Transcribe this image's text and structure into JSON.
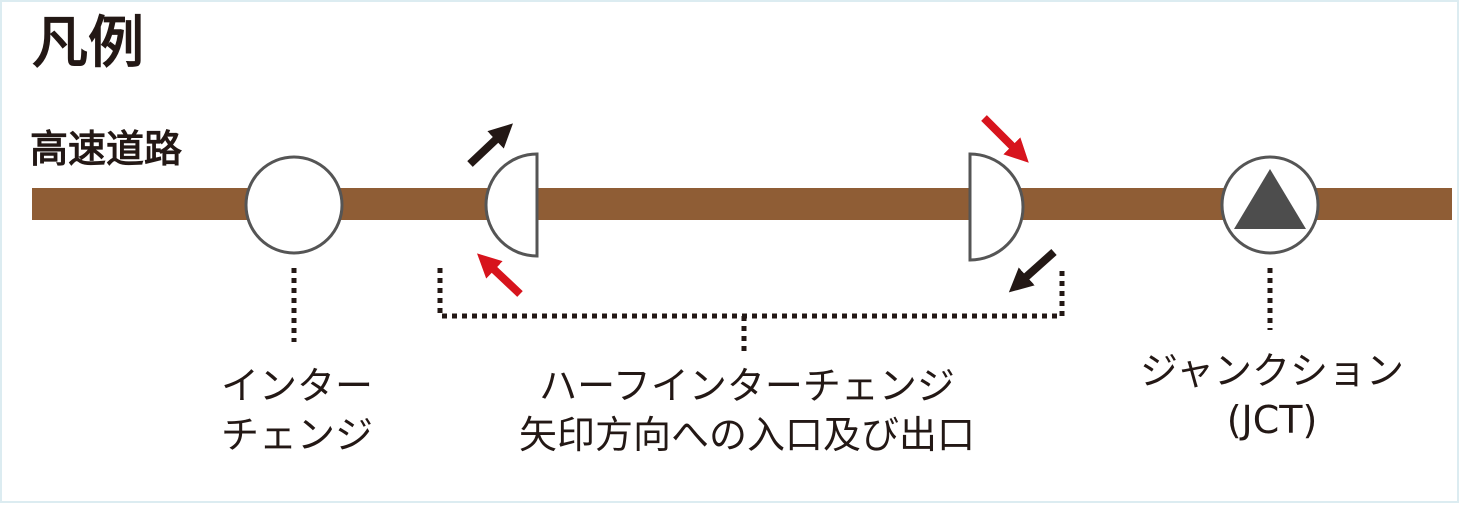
{
  "legend": {
    "title": "凡例",
    "road_label": "高速道路",
    "interchange": {
      "line1": "インター",
      "line2": "チェンジ"
    },
    "half_interchange": {
      "line1": "ハーフインターチェンジ",
      "line2": "矢印方向への入口及び出口"
    },
    "junction": {
      "line1": "ジャンクション",
      "line2": "(JCT)"
    }
  },
  "colors": {
    "road": "#8f5d35",
    "arrow_black": "#231815",
    "arrow_red": "#d7141d",
    "symbol_fill": "#ffffff",
    "symbol_stroke": "#555555",
    "triangle": "#4d4d4d",
    "text": "#231815"
  },
  "icons": {
    "interchange": "circle-icon",
    "half_interchange": "half-circle-icon",
    "junction": "triangle-in-circle-icon",
    "direction": "arrow-icon"
  }
}
